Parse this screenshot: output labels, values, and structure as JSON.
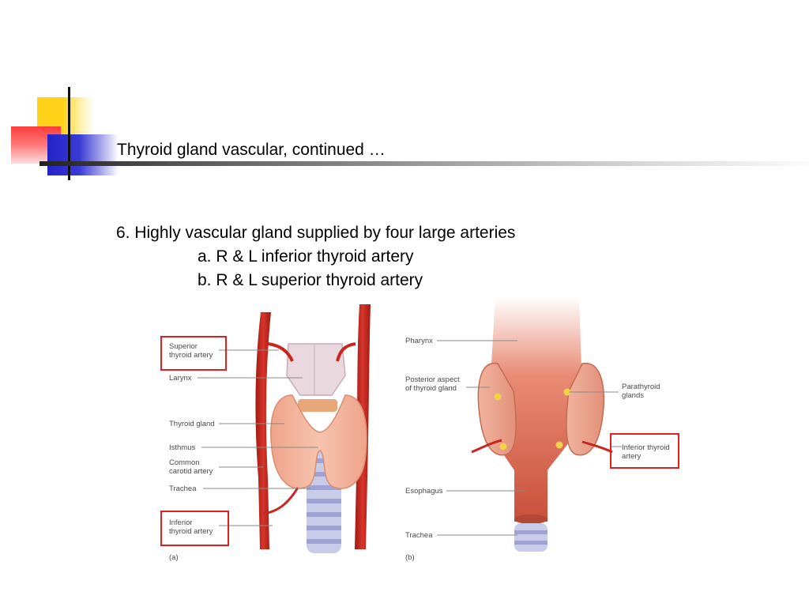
{
  "slide": {
    "title": "Thyroid gland vascular, continued …",
    "points": {
      "main": "6.  Highly vascular gland supplied by four large arteries",
      "a": "a.  R & L inferior thyroid artery",
      "b": "b.  R & L superior thyroid artery"
    }
  },
  "figure_a": {
    "labels": {
      "superior_thyroid_artery": "Superior\nthyroid artery",
      "larynx": "Larynx",
      "thyroid_gland": "Thyroid gland",
      "isthmus": "Isthmus",
      "common_carotid_artery": "Common\ncarotid artery",
      "trachea": "Trachea",
      "inferior_thyroid_artery": "Inferior\nthyroid artery",
      "panel_letter": "(a)"
    }
  },
  "figure_b": {
    "labels": {
      "pharynx": "Pharynx",
      "posterior_aspect": "Posterior aspect\nof thyroid gland",
      "parathyroid_glands": "Parathyroid\nglands",
      "inferior_thyroid_artery": "Inferior thyroid\nartery",
      "esophagus": "Esophagus",
      "trachea": "Trachea",
      "panel_letter": "(b)"
    }
  },
  "colors": {
    "highlight_box": "#e02020",
    "artery": "#c8261e",
    "thyroid": "#f2b49a",
    "muscle": "#cf5a43",
    "trachea_ring": "#b9bde0",
    "yellow_accent": "#ffd21a",
    "blue_accent": "#2323c8",
    "red_accent": "#ff3b3b"
  }
}
